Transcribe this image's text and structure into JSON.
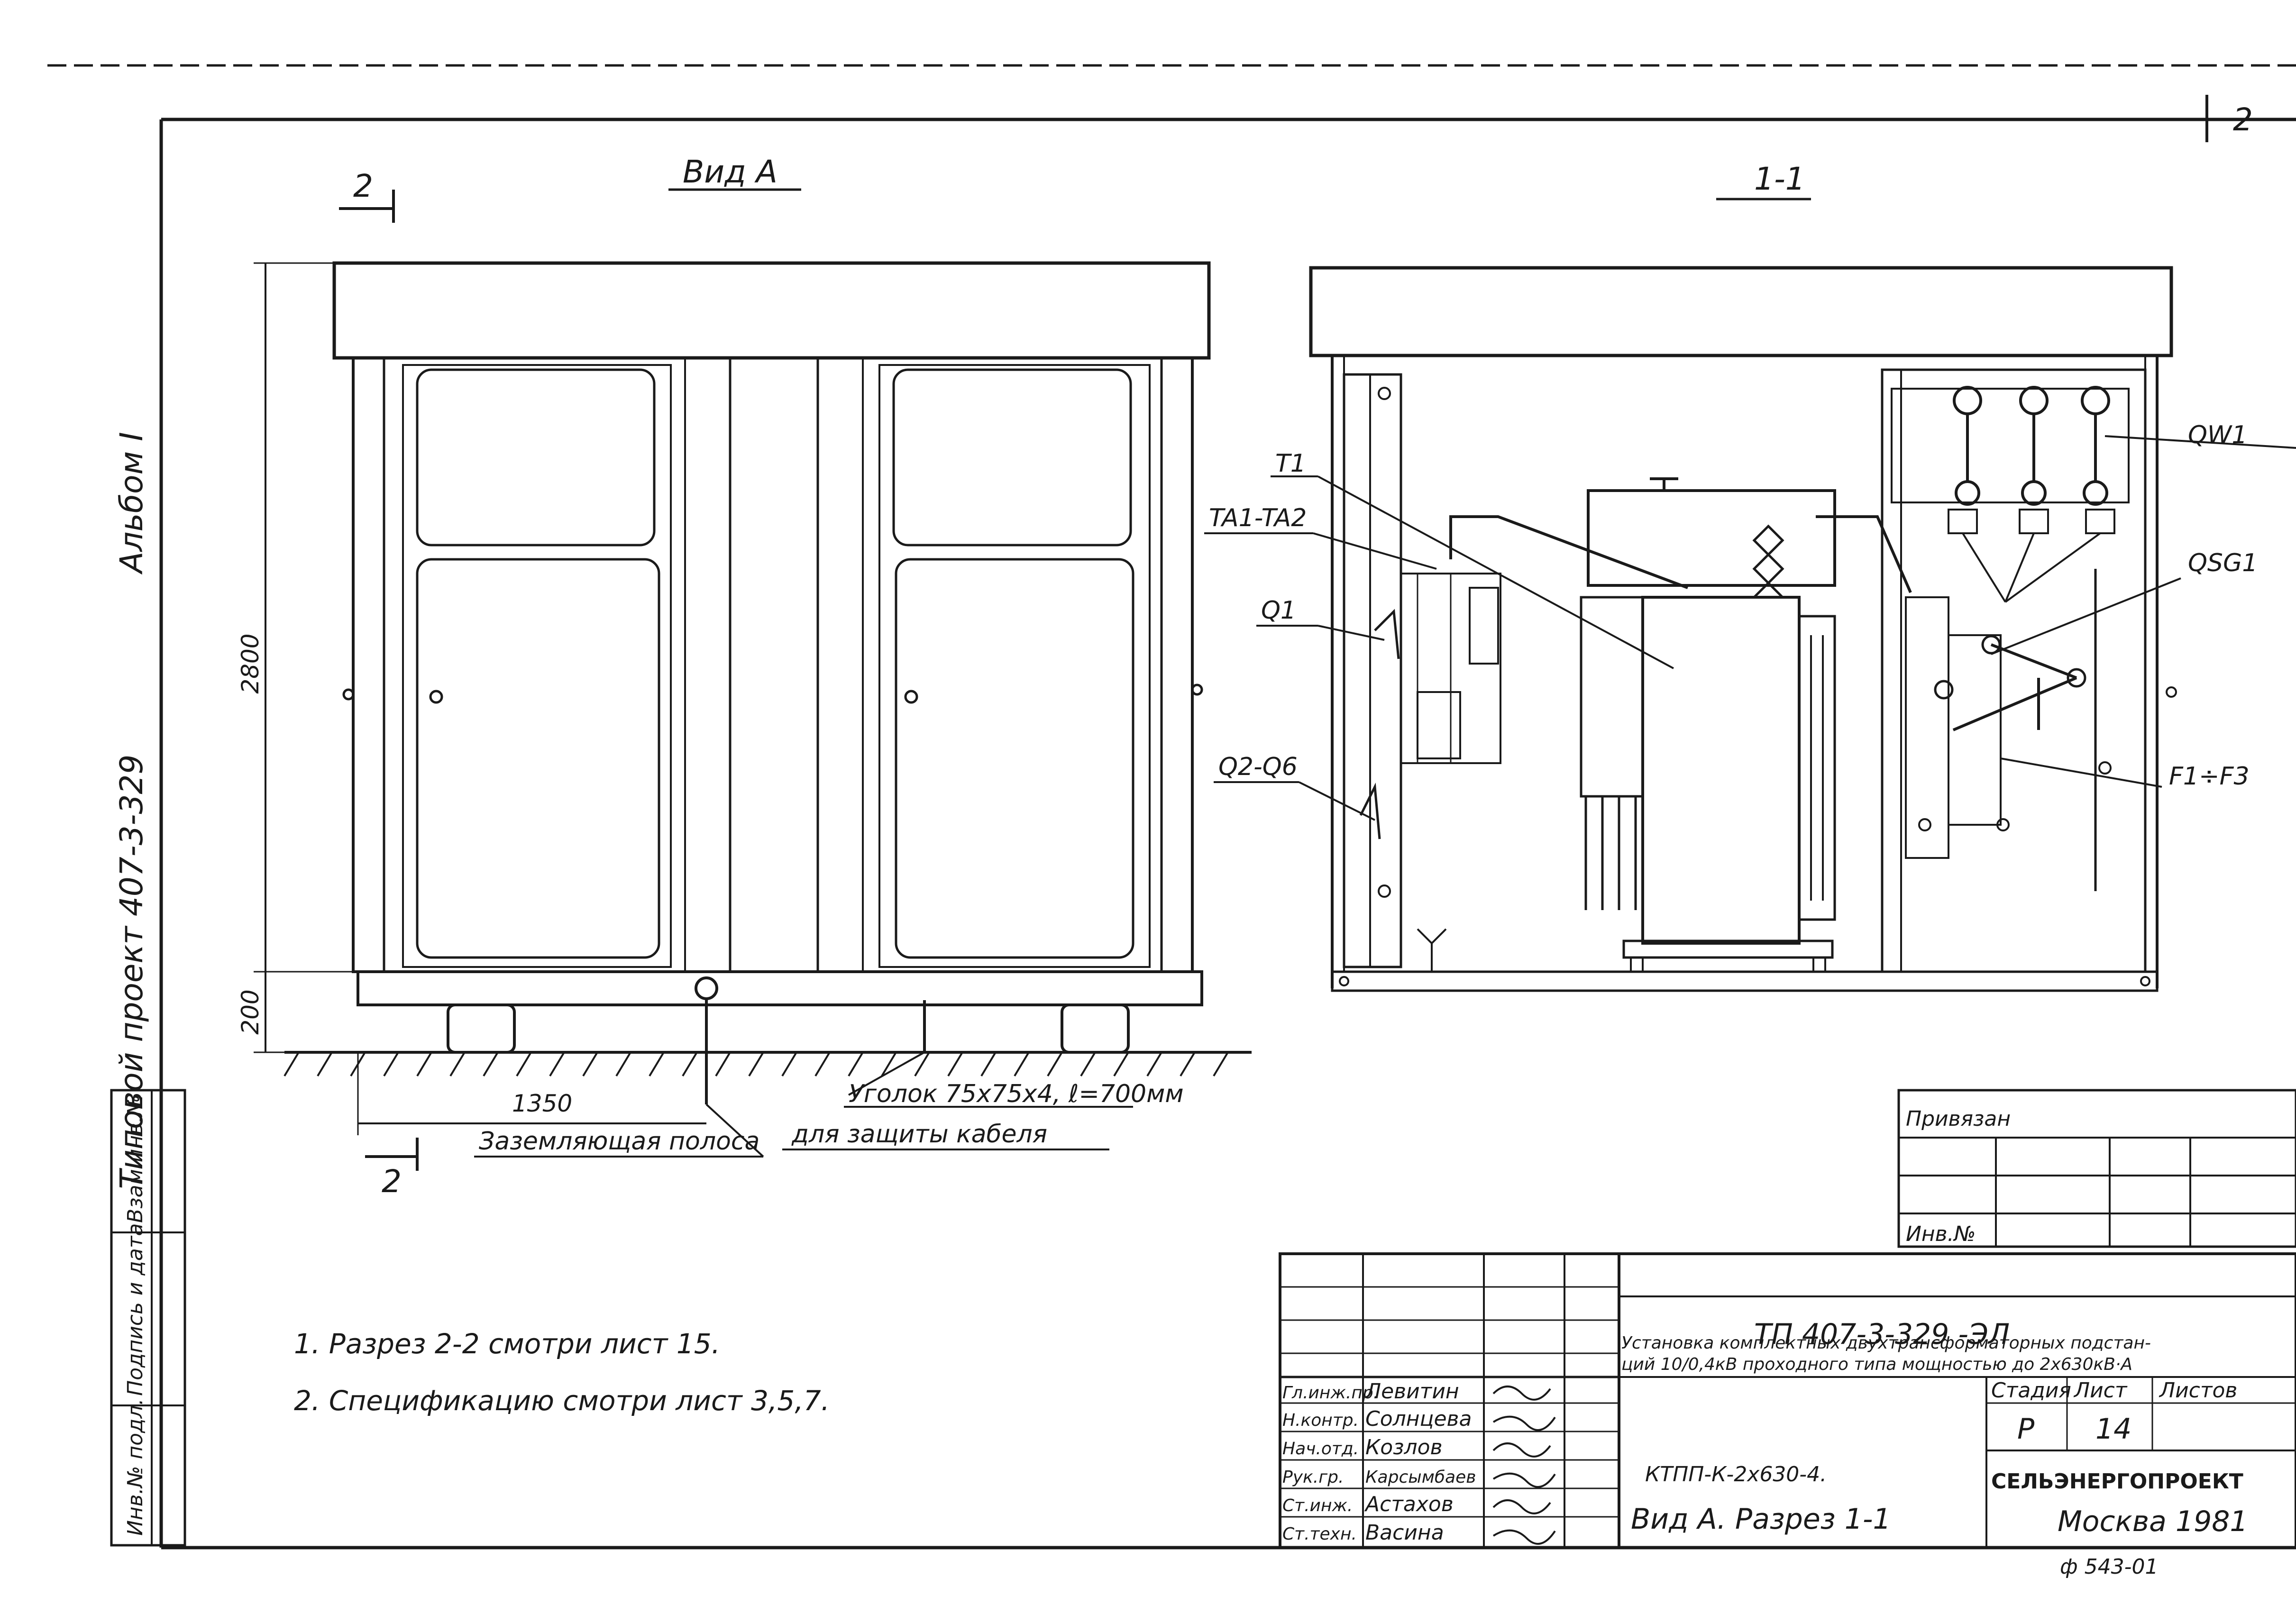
{
  "sheet_corner": "2",
  "margin_title": {
    "album": "Альбом I",
    "project": "Типовой проект 407-3-329"
  },
  "side_stamp": [
    "Инв.№ подл.",
    "Подпись и дата",
    "Взам.инв.№"
  ],
  "view_a": {
    "title": "Вид А",
    "section_mark": "2",
    "dim_height": "2800",
    "dim_base": "200",
    "dim_width": "1350",
    "label_ground_strip": "Заземляющая полоса",
    "label_angle": "Уголок 75х75х4, ℓ=700мм",
    "label_angle_purpose": "для защиты кабеля"
  },
  "section_1_1": {
    "title": "1-1",
    "labels": {
      "t1": "T1",
      "ta": "TA1-TA2",
      "q1": "Q1",
      "q2": "Q2-Q6",
      "qw1": "QW1",
      "qsg1": "QSG1",
      "f1": "F1÷F3"
    }
  },
  "notes": [
    "1. Разрез 2-2 смотри лист 15.",
    "2. Спецификацию смотри лист 3,5,7."
  ],
  "binding_box": {
    "title": "Привязан",
    "inv_label": "Инв.№"
  },
  "title_block": {
    "doc_code": "ТП 407-3-329 -ЭЛ",
    "description_line1": "Установка комплектных двухтрансформаторных подстан-",
    "description_line2": "ций 10/0,4кВ проходного типа мощностью до 2х630кВ·А",
    "header_stage": "Стадия",
    "header_sheet": "Лист",
    "header_sheets": "Листов",
    "stage": "Р",
    "sheet": "14",
    "sheets": "",
    "product": "КТПП-К-2х630-4.",
    "drawing_name": "Вид А. Разрез 1-1",
    "org": "СЕЛЬЭНЕРГОПРОЕКТ",
    "city_year": "Москва 1981",
    "form_code": "ф 543-01",
    "roles": [
      {
        "role": "Гл.инж.пр.",
        "name": "Левитин"
      },
      {
        "role": "Н.контр.",
        "name": "Солнцева"
      },
      {
        "role": "Нач.отд.",
        "name": "Козлов"
      },
      {
        "role": "Рук.гр.",
        "name": "Карсымбаев"
      },
      {
        "role": "Ст.инж.",
        "name": "Астахов"
      },
      {
        "role": "Ст.техн.",
        "name": "Васина"
      }
    ]
  },
  "colors": {
    "ink": "#1a1a1a",
    "paper": "#ffffff"
  }
}
